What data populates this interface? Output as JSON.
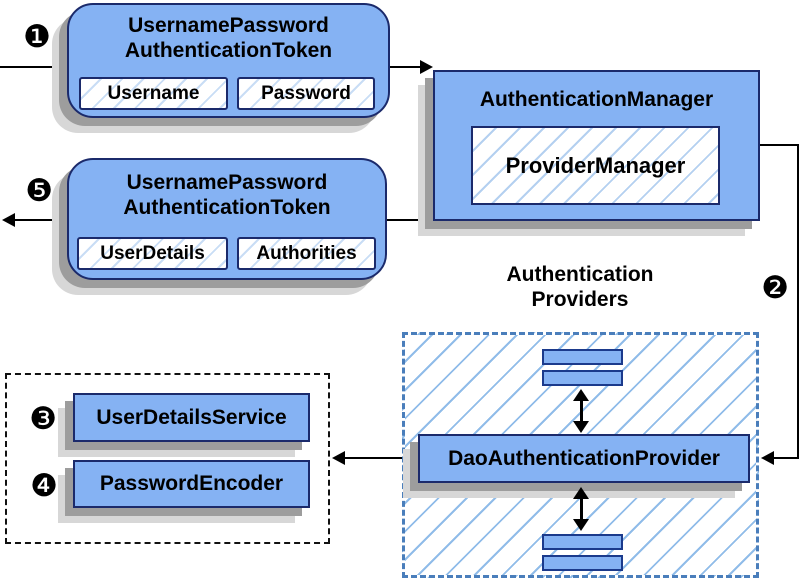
{
  "colors": {
    "node_fill": "#85B2F3",
    "node_border": "#1B2A6B",
    "hatch_line": "#90BCE9",
    "dashed_container_border": "#4A7EBB",
    "dotted_container_border": "#111111",
    "connector": "#000000",
    "shadow_dark": "#9D9D9D",
    "shadow_light": "#D7D7D7"
  },
  "steps": {
    "s1": "❶",
    "s2": "❷",
    "s3": "❸",
    "s4": "❹",
    "s5": "❺"
  },
  "token_request": {
    "title1": "UsernamePassword",
    "title2": "AuthenticationToken",
    "field1": "Username",
    "field2": "Password"
  },
  "auth_manager": {
    "title": "AuthenticationManager",
    "inner": "ProviderManager"
  },
  "token_response": {
    "title1": "UsernamePassword",
    "title2": "AuthenticationToken",
    "field1": "UserDetails",
    "field2": "Authorities"
  },
  "providers": {
    "label1": "Authentication",
    "label2": "Providers",
    "dao": "DaoAuthenticationProvider"
  },
  "services": {
    "user_details_service": "UserDetailsService",
    "password_encoder": "PasswordEncoder"
  }
}
